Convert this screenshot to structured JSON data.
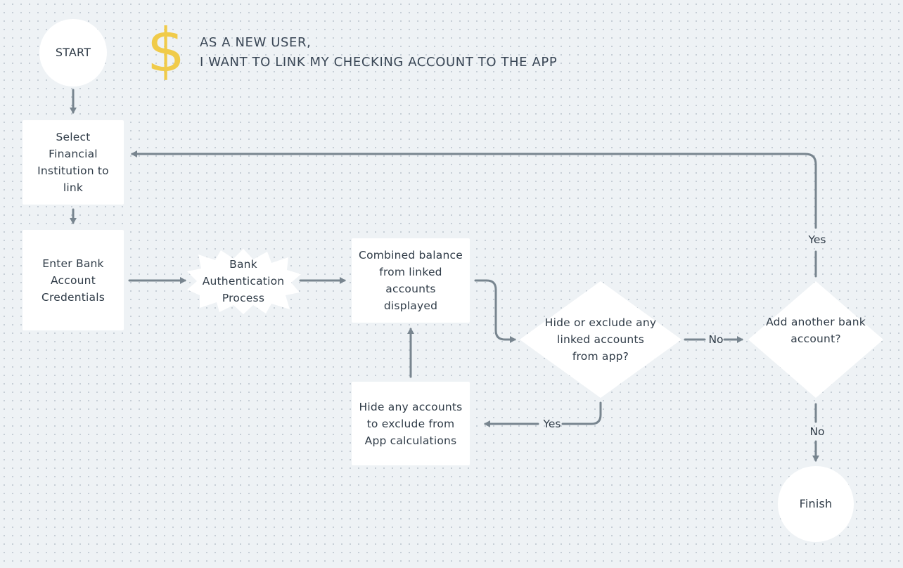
{
  "header": {
    "icon": "dollar-sign-icon",
    "line1": "AS A NEW USER,",
    "line2": "I WANT TO LINK MY CHECKING ACCOUNT TO THE APP",
    "icon_glyph": "$",
    "icon_color": "#f0cb4a"
  },
  "colors": {
    "background": "#eef2f5",
    "connector": "#78858f",
    "node_fill": "#ffffff",
    "text": "#2f3b47"
  },
  "nodes": {
    "start": "START",
    "select_institution": "Select\nFinancial\nInstitution to\nlink",
    "enter_credentials": "Enter Bank\nAccount\nCredentials",
    "bank_auth": "Bank\nAuthentication\nProcess",
    "combined_balance": "Combined balance\nfrom linked\naccounts\ndisplayed",
    "hide_accounts": "Hide any accounts\nto exclude from\nApp calculations",
    "hide_decision": "Hide or exclude any\nlinked accounts\nfrom app?",
    "add_another_decision": "Add another bank\naccount?",
    "finish": "Finish"
  },
  "edges": {
    "no_1": "No",
    "yes_hide": "Yes",
    "yes_add": "Yes",
    "no_add": "No"
  }
}
